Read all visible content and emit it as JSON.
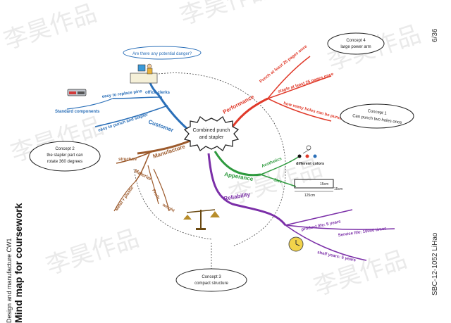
{
  "side": {
    "course": "Design and manufacture CW1",
    "title": "Mind map for coursework",
    "page": "6/36",
    "ref": "SBC-12-1052 LiHao"
  },
  "watermark": "李昊作品",
  "center": {
    "line1": "Combined punch",
    "line2": "and stapler"
  },
  "branches": {
    "customer": "Customer",
    "manufacture": "Manufacture",
    "appearance": "Apperance",
    "reliability": "Reliability",
    "performance": "Performance"
  },
  "customer": {
    "office_clerks": "office clerks",
    "easy_replace": "easy to replace pins",
    "easy_punch": "easy to punch and stapler",
    "standard": "Standard components",
    "danger": "Are there any potential danger?"
  },
  "manufacture": {
    "structure": "structure",
    "material": "Material",
    "metal_plastic": "Metal + plastic",
    "profit": "Profit",
    "weight": "weight"
  },
  "appearance": {
    "aesthetics": "Aesthetics",
    "colors": "different colors",
    "size": "Size",
    "dim_15a": "15cm",
    "dim_15b": "15cm",
    "dim_125": "125cm"
  },
  "reliability": {
    "product_life": "product life: 5 years",
    "service_life": "Service life: 10000 times",
    "shelf_years": "shelf years: 5 years"
  },
  "performance": {
    "punch_25": "Punch at least 25 pages once",
    "staple_25": "staple at least 25 pages once",
    "holes": "how many holes can be punched once?"
  },
  "concepts": {
    "c1a": "Concept 1",
    "c1b": "Can punch two holes once",
    "c2a": "Concept 2",
    "c2b": "the stapler part can",
    "c2c": "rotate 360 degrees",
    "c3a": "Concept 3",
    "c3b": "compact structure",
    "c4a": "Concept 4",
    "c4b": "large power arm"
  },
  "colors": {
    "customer": "#2a6fb8",
    "manufacture": "#9c5a2c",
    "appearance": "#2e9a3e",
    "reliability": "#7b2fa8",
    "performance": "#e03a2a"
  }
}
